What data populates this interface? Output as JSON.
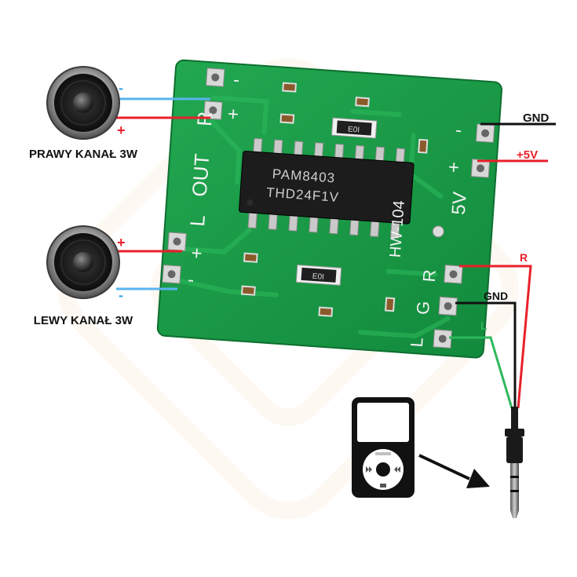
{
  "labels": {
    "right_channel": "PRAWY KANAŁ 3W",
    "left_channel": "LEWY KANAŁ 3W",
    "minus": "-",
    "plus": "+",
    "gnd_power": "GND",
    "plus5v": "+5V",
    "r": "R",
    "gnd_audio": "GND",
    "l": "L"
  },
  "board": {
    "chip_line1": "PAM8403",
    "chip_line2": "THD24F1V",
    "model": "HW-104",
    "out_r": "R",
    "out_text": "OUT",
    "out_l": "L",
    "pin_5v": "5V",
    "pin_r": "R",
    "pin_g": "G",
    "pin_l": "L",
    "resistor": "E0I"
  },
  "colors": {
    "positive_wire": "#e8202a",
    "negative_wire": "#5ab4ee",
    "gnd_wire": "#111111",
    "left_wire": "#2eb85c",
    "pcb": "#1a9a4a",
    "positive_text": "#e8202a",
    "negative_text": "#3aa6e8"
  },
  "icons": [
    "speaker-icon",
    "mp3-player-icon",
    "audio-jack-icon",
    "arrow-icon"
  ]
}
